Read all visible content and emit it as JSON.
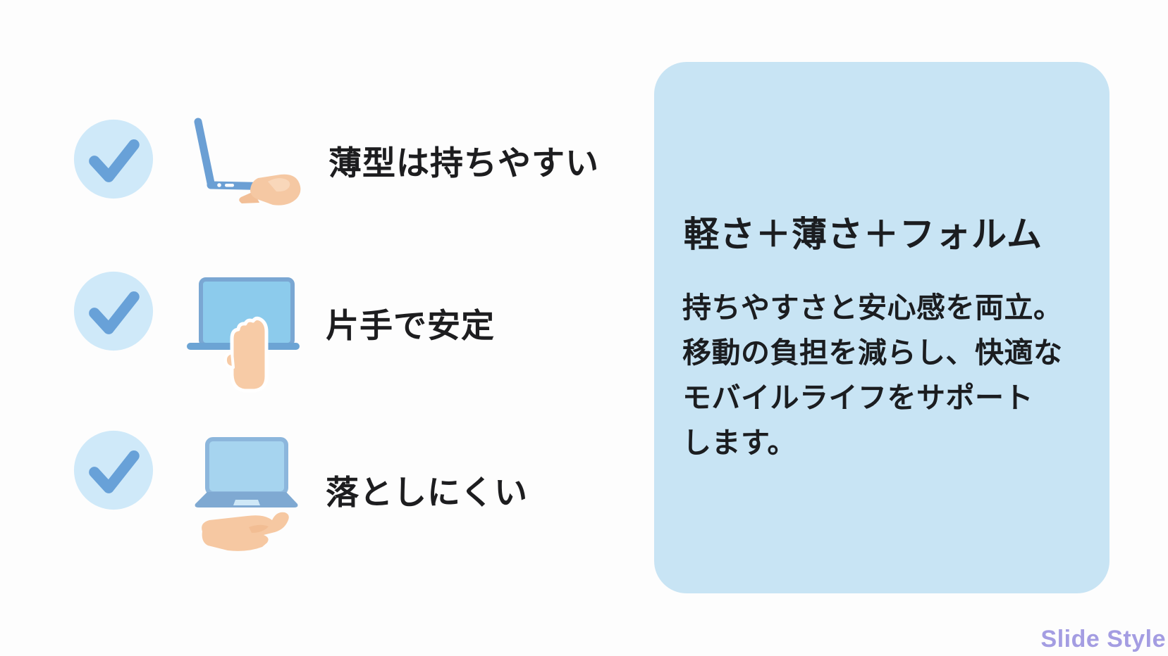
{
  "features": [
    {
      "label": "薄型は持ちやすい",
      "icon": "laptop-side-on-hand"
    },
    {
      "label": "片手で安定",
      "icon": "laptop-held-one-hand"
    },
    {
      "label": "落としにくい",
      "icon": "laptop-on-open-palm"
    }
  ],
  "card": {
    "title": "軽さ＋薄さ＋フォルム",
    "body": "持ちやすさと安心感を両立。\n移動の負担を減らし、快適な\nモバイルライフをサポート\nします。"
  },
  "footer": {
    "brand": "Slide Style"
  },
  "colors": {
    "background": "#fdfdfd",
    "card_background": "#c8e4f4",
    "check_circle": "#cfe9f9",
    "check_mark": "#68a1d8",
    "laptop_blue": "#6b9fd4",
    "laptop_screen_light": "#8ccbec",
    "laptop_screen_lighter": "#a6d4ef",
    "laptop_frame": "#7aa7d3",
    "laptop_base": "#7fa9d2",
    "hand_skin": "#f5c8a3",
    "text_dark": "#1d1d1f",
    "brand_text": "#a49de2"
  }
}
